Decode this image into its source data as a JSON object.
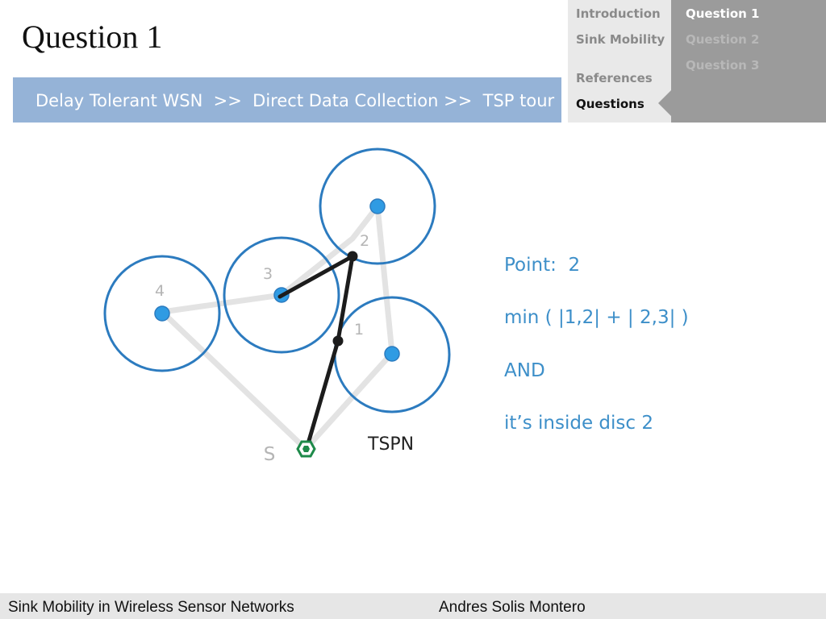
{
  "slide": {
    "title": "Question 1",
    "breadcrumb": "Delay Tolerant WSN  >>  Direct Data Collection >>  TSP tour ."
  },
  "nav": {
    "sections": [
      "Introduction",
      "Sink Mobility",
      "References",
      "Questions"
    ],
    "active_section": "Questions",
    "subsections": [
      "Question 1",
      "Question 2",
      "Question 3"
    ],
    "active_subsection": "Question 1"
  },
  "diagram": {
    "labels": {
      "n1": "1",
      "n2": "2",
      "n3": "3",
      "n4": "4",
      "sink": "S",
      "tspn": "TSPN"
    }
  },
  "notes": {
    "line1": "Point:  2",
    "line2": "min ( |1,2| + | 2,3| )",
    "line3": "AND",
    "line4": "it’s inside disc 2"
  },
  "footer": {
    "left": "Sink Mobility in Wireless Sensor Networks",
    "right": "Andres Solis Montero"
  },
  "colors": {
    "breadcrumb_bg": "#95b3d7",
    "disc_stroke": "#2c7bbf",
    "node_fill": "#2f9be3",
    "tour_line": "#e3e3e3",
    "path_line": "#1c1c1c",
    "sink_color": "#1e8a4a",
    "note_text": "#3d8fc9"
  }
}
